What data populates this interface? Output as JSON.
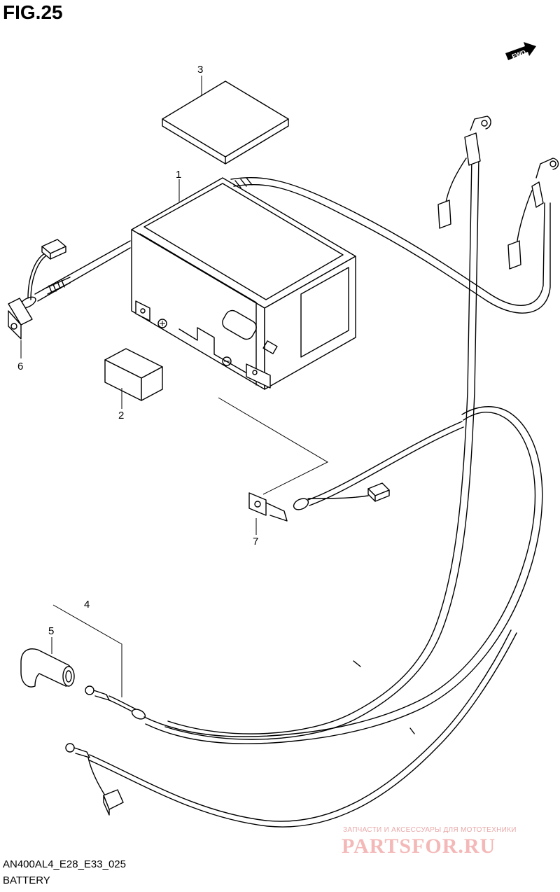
{
  "figure": {
    "title": "FIG.25"
  },
  "orientation_badge": {
    "label": "FWD"
  },
  "callouts": [
    {
      "id": "1",
      "label": "1"
    },
    {
      "id": "2",
      "label": "2"
    },
    {
      "id": "3",
      "label": "3"
    },
    {
      "id": "4",
      "label": "4"
    },
    {
      "id": "5",
      "label": "5"
    },
    {
      "id": "6",
      "label": "6"
    },
    {
      "id": "7",
      "label": "7"
    }
  ],
  "footer": {
    "model_code": "AN400AL4_E28_E33_025",
    "section_name": "BATTERY"
  },
  "watermark": {
    "tagline": "ЗАПЧАСТИ И АКСЕССУАРЫ ДЛЯ МОТОТЕХНИКИ",
    "site": "PARTSFOR.RU"
  },
  "colors": {
    "line": "#000000",
    "background": "#ffffff",
    "watermark": "#f4b8b8"
  }
}
